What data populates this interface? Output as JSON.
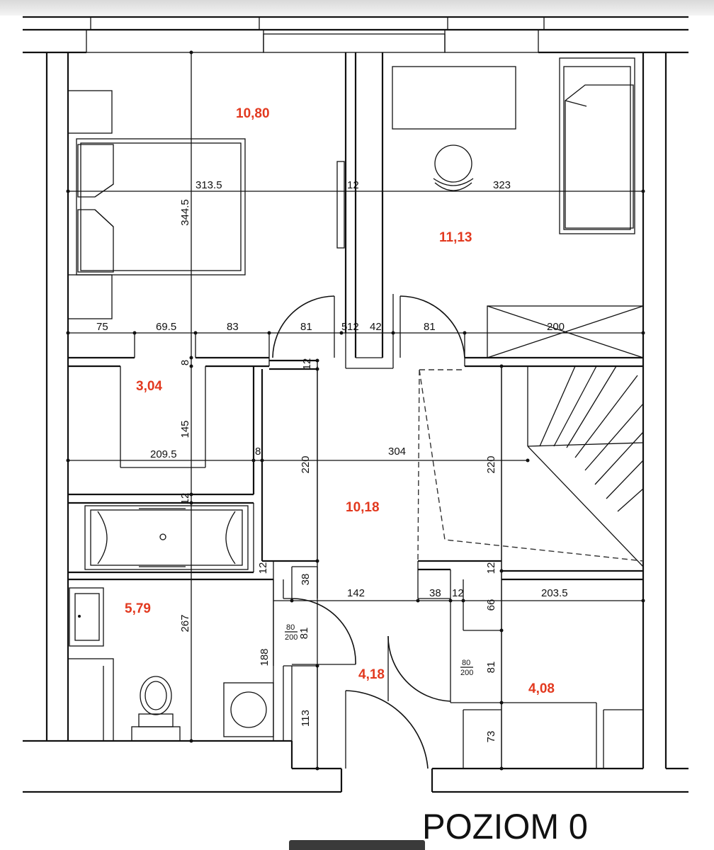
{
  "level_label": "POZIOM 0",
  "areas": [
    "10,80",
    "11,13",
    "3,04",
    "10,18",
    "5,79",
    "4,18",
    "4,08"
  ],
  "dimensions": {
    "bedroom_width": "313.5",
    "bedroom_depth": "344.5",
    "room2_width": "323",
    "wall_12a": "12",
    "seg_75": "75",
    "seg_69_5": "69.5",
    "seg_83": "83",
    "seg_81a": "81",
    "seg_5": "5",
    "seg_12b": "12",
    "seg_42": "42",
    "seg_81b": "81",
    "seg_200": "200",
    "v_8": "8",
    "v_12c": "12",
    "closet_145": "145",
    "closet_209_5": "209.5",
    "wall_8b": "8",
    "hall_304": "304",
    "hall_220a": "220",
    "hall_220b": "220",
    "v_12d": "12",
    "v_12e": "12",
    "v_38a": "38",
    "seg_142": "142",
    "seg_38b": "38",
    "seg_12f": "12",
    "seg_203_5": "203.5",
    "v_66": "66",
    "v_12g": "12",
    "bath_267": "267",
    "v_188": "188",
    "door1_81": "81",
    "door1_frac_top": "80",
    "door1_frac_bottom": "200",
    "v_113": "113",
    "door2_81": "81",
    "door2_frac_top": "80",
    "door2_frac_bottom": "200",
    "v_73": "73"
  }
}
